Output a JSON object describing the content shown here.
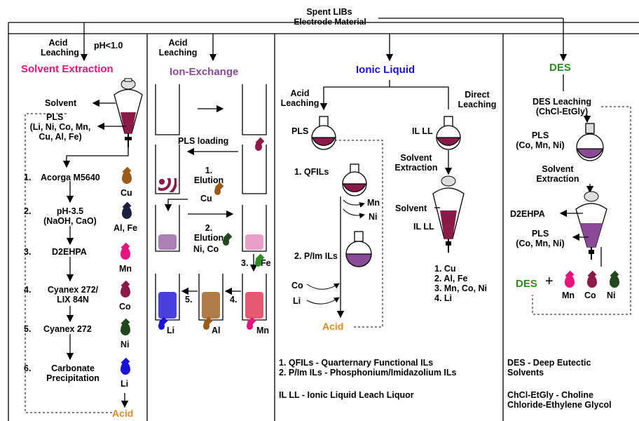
{
  "header": {
    "title": "Spent LIBs",
    "subtitle": "Electrode Material"
  },
  "colors": {
    "magenta": "#e5157e",
    "purple": "#8a4a96",
    "blue": "#1a12d6",
    "green": "#2e8b22",
    "orange": "#e08a1c",
    "wine": "#8b1a4a"
  },
  "col1": {
    "acid_leaching": "Acid\nLeaching",
    "ph": "pH<1.0",
    "title": "Solvent Extraction",
    "solvent": "Solvent",
    "pls": "PLS",
    "pls_metals": "(Li, Ni, Co, Mn,\nCu, Al, Fe)",
    "steps": [
      {
        "num": "1.",
        "label": "Acorga M5640",
        "metal": "Cu"
      },
      {
        "num": "2.",
        "label": "pH-3.5\n(NaOH, CaO)",
        "metal": "Al, Fe"
      },
      {
        "num": "3.",
        "label": "D2EHPA",
        "metal": "Mn"
      },
      {
        "num": "4.",
        "label": "Cyanex 272/\nLIX 84N",
        "metal": "Co"
      },
      {
        "num": "5.",
        "label": "Cyanex 272",
        "metal": "Ni"
      },
      {
        "num": "6.",
        "label": "Carbonate\nPrecipitation",
        "metal": "Li"
      }
    ],
    "acid": "Acid"
  },
  "col2": {
    "acid_leaching": "Acid\nLeaching",
    "title": "Ion-Exchange",
    "pls_loading": "PLS loading",
    "elution1": "1.\nElution",
    "cu": "Cu",
    "elution2": "2.\nElution",
    "ni_co": "Ni, Co",
    "step3": "3.",
    "fe": "Fe",
    "step4": "4.",
    "step5": "5.",
    "li": "Li",
    "al": "Al",
    "mn": "Mn"
  },
  "col3": {
    "title": "Ionic Liquid",
    "acid_leaching": "Acid\nLeaching",
    "direct_leaching": "Direct\nLeaching",
    "pls": "PLS",
    "il_ll": "IL LL",
    "qfils": "1. QFILs",
    "mn": "Mn",
    "ni": "Ni",
    "pim": "2. P/Im ILs",
    "co": "Co",
    "li": "Li",
    "acid": "Acid",
    "solvent_extraction": "Solvent\nExtraction",
    "solvent": "Solvent",
    "il_ll2": "IL LL",
    "results": "1. Cu\n2. Al, Fe\n3. Mn, Co, Ni\n4. Li",
    "notes": [
      "1. QFILs - Quarternary Functional ILs",
      "2. P/Im ILs - Phosphonium/Imidazolium ILs",
      "IL LL - Ionic Liquid Leach Liquor"
    ]
  },
  "col4": {
    "title": "DES",
    "leaching": "DES Leaching\n(ChCl-EtGly)",
    "pls": "PLS\n(Co, Mn, Ni)",
    "solvent_extraction": "Solvent\nExtraction",
    "d2ehpa": "D2EHPA",
    "pls2": "PLS\n(Co, Mn, Ni)",
    "des": "DES",
    "plus": "+",
    "metals": [
      "Mn",
      "Co",
      "Ni"
    ],
    "notes": [
      "DES - Deep Eutectic\nSolvents",
      "ChCl-EtGly - Choline\nChloride-Ethylene Glycol"
    ]
  }
}
